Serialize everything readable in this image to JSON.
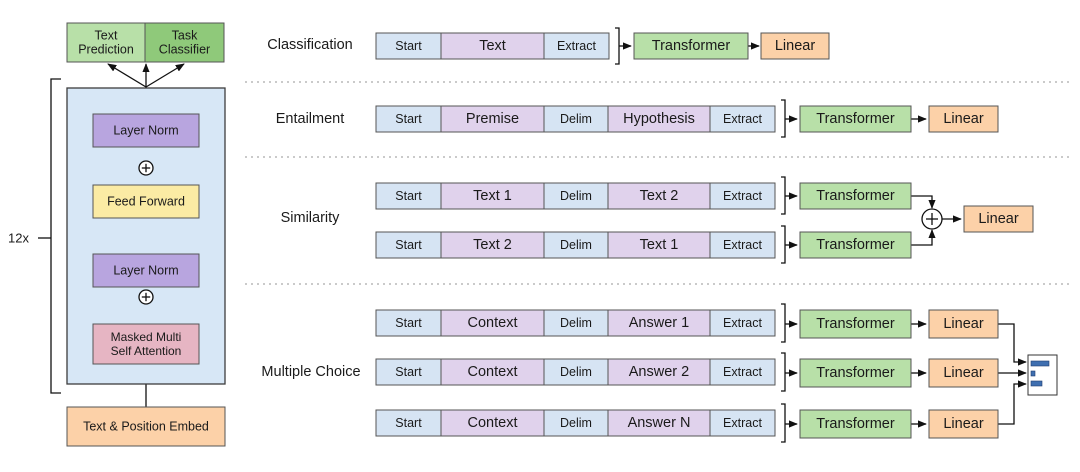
{
  "colors": {
    "blue": "#d6e4f3",
    "purple": "#e0d2ec",
    "green": "#b8e0a8",
    "green_dark": "#8fc97a",
    "orange": "#fcd1a8",
    "yellow": "#fbeba4",
    "pink": "#e6b5c3",
    "norm": "#b8a5df",
    "panel": "#d7e7f6"
  },
  "model": {
    "head_left": "Text Prediction",
    "head_right": "Task Classifier",
    "repeat": "12x",
    "layer_norm_top": "Layer Norm",
    "feed_forward": "Feed Forward",
    "layer_norm_bottom": "Layer Norm",
    "attention": "Masked Multi Self Attention",
    "embed": "Text & Position Embed",
    "add_symbol": "+"
  },
  "tasks": {
    "classification": {
      "label": "Classification",
      "row": [
        "Start",
        "Text",
        "Extract"
      ],
      "transformer": "Transformer",
      "linear": "Linear"
    },
    "entailment": {
      "label": "Entailment",
      "row": [
        "Start",
        "Premise",
        "Delim",
        "Hypothesis",
        "Extract"
      ],
      "transformer": "Transformer",
      "linear": "Linear"
    },
    "similarity": {
      "label": "Similarity",
      "rows": [
        [
          "Start",
          "Text 1",
          "Delim",
          "Text 2",
          "Extract"
        ],
        [
          "Start",
          "Text 2",
          "Delim",
          "Text 1",
          "Extract"
        ]
      ],
      "transformers": [
        "Transformer",
        "Transformer"
      ],
      "add_symbol": "+",
      "linear": "Linear"
    },
    "multiple_choice": {
      "label": "Multiple Choice",
      "rows": [
        [
          "Start",
          "Context",
          "Delim",
          "Answer 1",
          "Extract"
        ],
        [
          "Start",
          "Context",
          "Delim",
          "Answer 2",
          "Extract"
        ],
        [
          "Start",
          "Context",
          "Delim",
          "Answer N",
          "Extract"
        ]
      ],
      "transformers": [
        "Transformer",
        "Transformer",
        "Transformer"
      ],
      "linears": [
        "Linear",
        "Linear",
        "Linear"
      ],
      "softmax_icon": "bar-chart-icon"
    }
  }
}
